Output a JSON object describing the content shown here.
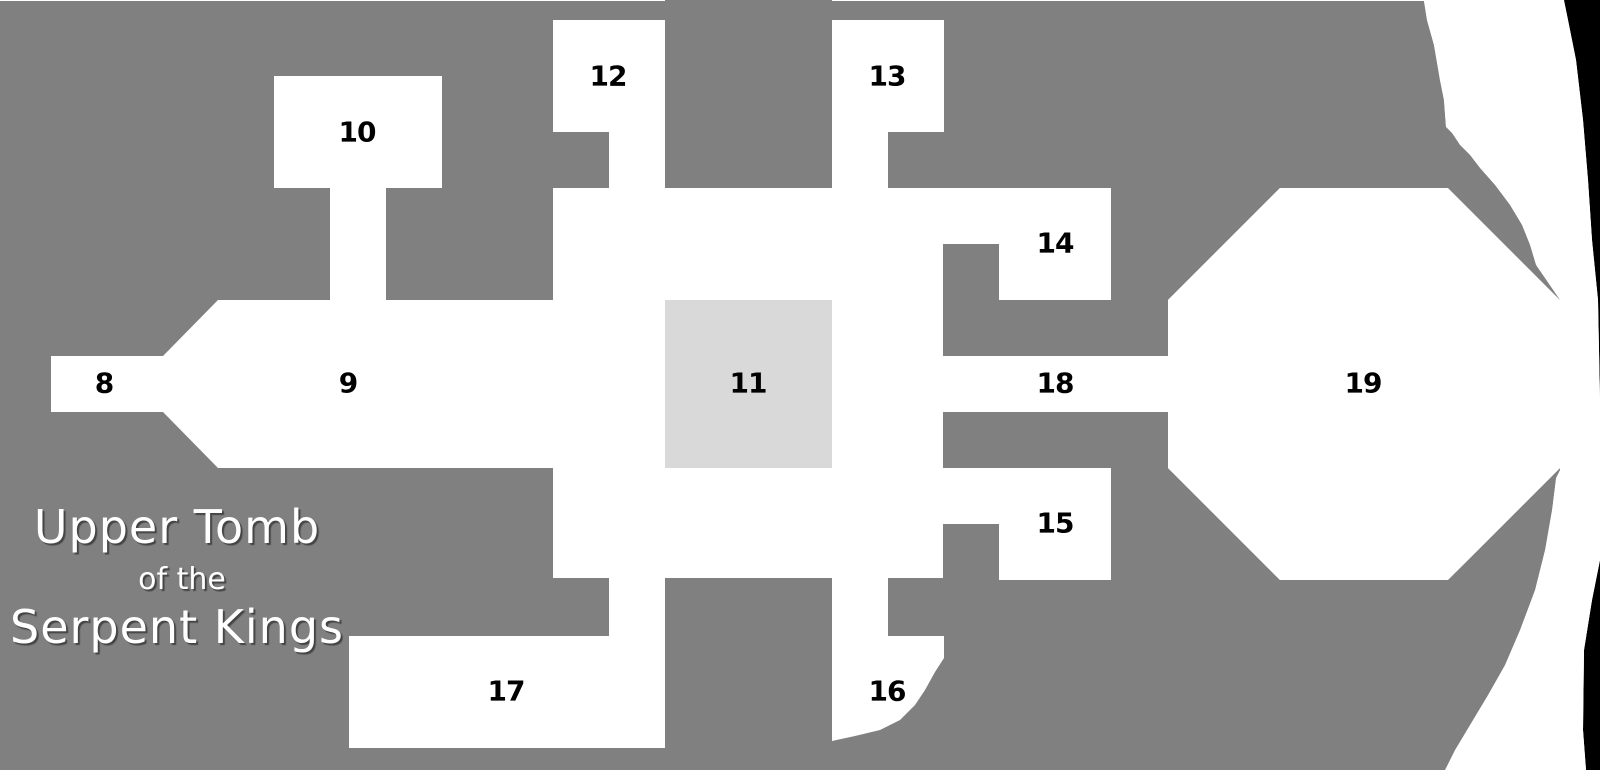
{
  "map": {
    "title_line1": "Upper Tomb",
    "title_line2": "of the",
    "title_line3": "Serpent Kings",
    "colors": {
      "rock": "#808080",
      "floor": "#ffffff",
      "highlight_room": "#d9d9d9",
      "outside": "#000000",
      "label": "#000000",
      "title": "#ffffff"
    },
    "rooms": [
      {
        "id": "8",
        "label": "8"
      },
      {
        "id": "9",
        "label": "9"
      },
      {
        "id": "10",
        "label": "10"
      },
      {
        "id": "11",
        "label": "11"
      },
      {
        "id": "12",
        "label": "12"
      },
      {
        "id": "13",
        "label": "13"
      },
      {
        "id": "14",
        "label": "14"
      },
      {
        "id": "15",
        "label": "15"
      },
      {
        "id": "16",
        "label": "16"
      },
      {
        "id": "17",
        "label": "17"
      },
      {
        "id": "18",
        "label": "18"
      },
      {
        "id": "19",
        "label": "19"
      }
    ]
  }
}
